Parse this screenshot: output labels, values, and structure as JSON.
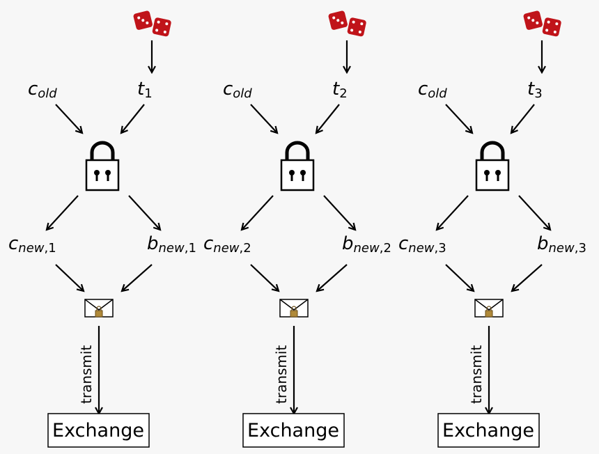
{
  "columns": [
    {
      "old_label": "c",
      "old_sub": "old",
      "t_label": "t",
      "t_sub": "1",
      "cnew_label": "c",
      "cnew_sub": "new",
      "cnew_idx": ",1",
      "bnew_label": "b",
      "bnew_sub": "new",
      "bnew_idx": ",1",
      "transmit_label": "transmit",
      "box_label": "Exchange"
    },
    {
      "old_label": "c",
      "old_sub": "old",
      "t_label": "t",
      "t_sub": "2",
      "cnew_label": "c",
      "cnew_sub": "new",
      "cnew_idx": ",2",
      "bnew_label": "b",
      "bnew_sub": "new",
      "bnew_idx": ",2",
      "transmit_label": "transmit",
      "box_label": "Exchange"
    },
    {
      "old_label": "c",
      "old_sub": "old",
      "t_label": "t",
      "t_sub": "3",
      "cnew_label": "c",
      "cnew_sub": "new",
      "cnew_idx": ",3",
      "bnew_label": "b",
      "bnew_sub": "new",
      "bnew_idx": ",3",
      "transmit_label": "transmit",
      "box_label": "Exchange"
    }
  ],
  "icons": {
    "dice": "dice-icon",
    "lock": "padlock-icon",
    "envelope": "locked-envelope-icon"
  },
  "colors": {
    "dice": "#c0141a",
    "envelope_lock": "#b08a3a",
    "background": "#f7f7f7"
  }
}
